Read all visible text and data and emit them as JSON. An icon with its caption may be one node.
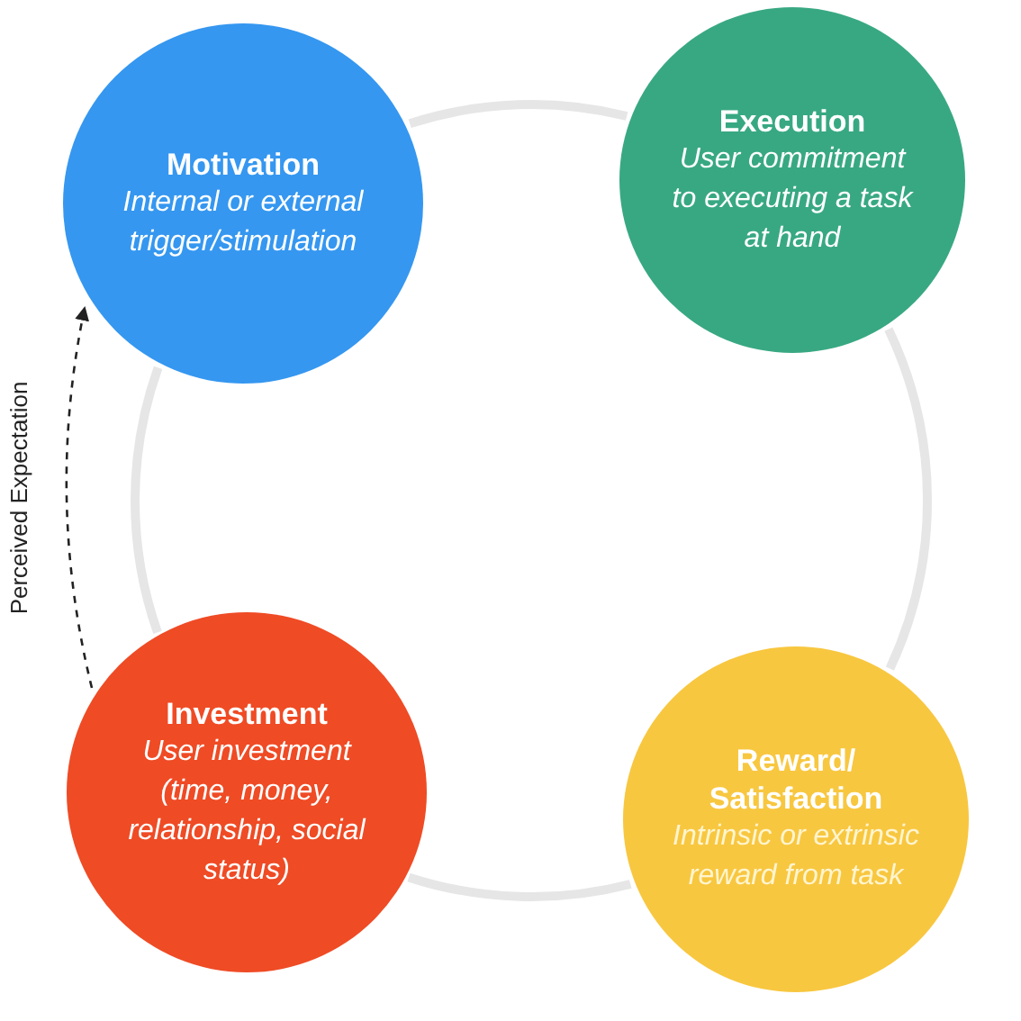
{
  "diagram": {
    "nodes": [
      {
        "text": [
          "Motivation",
          "Internal or external trigger/stimulation"
        ]
      },
      {
        "text": [
          "Execution",
          "User commitment to executing a task at hand"
        ]
      },
      {
        "text": [
          "Investment",
          "User investment (time, money, relationship, social status)"
        ]
      },
      {
        "text": [
          "Reward/ Satisfaction",
          "Intrinsic or extrinsic reward from task"
        ]
      }
    ],
    "edges": [
      {
        "from": 0,
        "to": 1,
        "arrow": "none"
      },
      {
        "from": 1,
        "to": 3,
        "arrow": "none"
      },
      {
        "from": 3,
        "to": 2,
        "arrow": "none"
      },
      {
        "from": 2,
        "to": 0,
        "arrow": "none"
      },
      {
        "from": 2,
        "to": 0,
        "arrow": "to",
        "label": "Perceived Expectation",
        "style": "dashed",
        "color": "#222222"
      }
    ]
  }
}
